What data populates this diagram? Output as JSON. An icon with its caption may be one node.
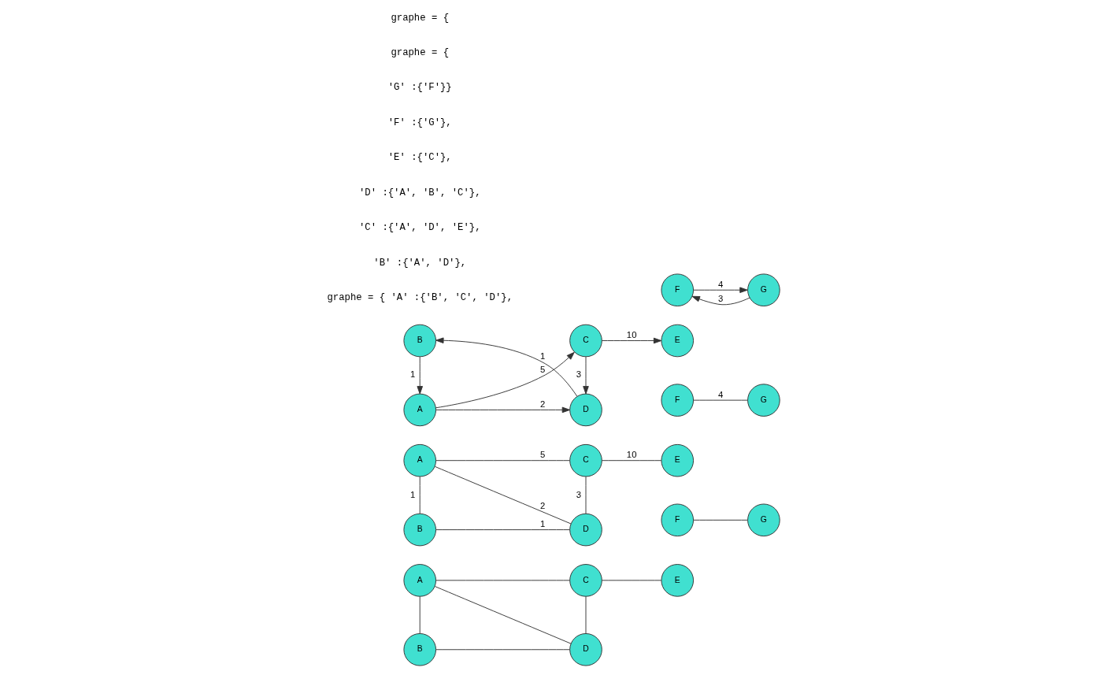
{
  "diagram": {
    "nodes": [
      {
        "text": [
          "A"
        ]
      },
      {
        "text": [
          "B"
        ]
      },
      {
        "text": [
          "C"
        ]
      },
      {
        "text": [
          "D"
        ]
      },
      {
        "text": [
          "E"
        ]
      },
      {
        "text": [
          "F"
        ]
      },
      {
        "text": [
          "G"
        ]
      },
      {
        "text": [
          "A"
        ]
      },
      {
        "text": [
          "B"
        ]
      },
      {
        "text": [
          "C"
        ]
      },
      {
        "text": [
          "D"
        ]
      },
      {
        "text": [
          "E"
        ]
      },
      {
        "text": [
          "F"
        ]
      },
      {
        "text": [
          "G"
        ]
      },
      {
        "text": [
          "A"
        ]
      },
      {
        "text": [
          "B"
        ]
      },
      {
        "text": [
          "C"
        ]
      },
      {
        "text": [
          "D"
        ]
      },
      {
        "text": [
          "E"
        ]
      },
      {
        "text": [
          "F"
        ]
      },
      {
        "text": [
          "G"
        ]
      }
    ],
    "edges": [
      {
        "from": 0,
        "to": 2,
        "arrow": "none"
      },
      {
        "from": 2,
        "to": 4,
        "arrow": "none"
      },
      {
        "from": 0,
        "to": 1,
        "arrow": "none"
      },
      {
        "from": 0,
        "to": 3,
        "arrow": "none"
      },
      {
        "from": 2,
        "to": 3,
        "arrow": "none"
      },
      {
        "from": 1,
        "to": 3,
        "arrow": "none"
      },
      {
        "from": 5,
        "to": 6,
        "arrow": "none"
      },
      {
        "from": 7,
        "to": 9,
        "arrow": "none",
        "label": "5"
      },
      {
        "from": 9,
        "to": 11,
        "arrow": "none",
        "label": "10"
      },
      {
        "from": 7,
        "to": 8,
        "arrow": "none",
        "label": "1"
      },
      {
        "from": 7,
        "to": 10,
        "arrow": "none",
        "label": "2"
      },
      {
        "from": 9,
        "to": 10,
        "arrow": "none",
        "label": "3"
      },
      {
        "from": 8,
        "to": 10,
        "arrow": "none",
        "label": "1"
      },
      {
        "from": 12,
        "to": 13,
        "arrow": "none",
        "label": "4"
      },
      {
        "from": 14,
        "to": 16,
        "arrow": "to",
        "label": "5"
      },
      {
        "from": 16,
        "to": 18,
        "arrow": "to",
        "label": "10"
      },
      {
        "from": 15,
        "to": 14,
        "arrow": "to",
        "label": "1"
      },
      {
        "from": 14,
        "to": 17,
        "arrow": "to",
        "label": "2"
      },
      {
        "from": 16,
        "to": 17,
        "arrow": "to",
        "label": "3"
      },
      {
        "from": 17,
        "to": 15,
        "arrow": "to",
        "label": "1"
      },
      {
        "from": 19,
        "to": 20,
        "arrow": "to",
        "label": "4"
      },
      {
        "from": 20,
        "to": 19,
        "arrow": "to",
        "label": "3"
      }
    ],
    "labels": [
      "graphe = { 'A' :{'B', 'C', 'D'},",
      "'B' :{'A', 'D'},",
      "'C' :{'A', 'D', 'E'},",
      "'D' :{'A', 'B', 'C'},",
      "'E' :{'C'},",
      "'F' :{'G'},",
      "'G' :{'F'}}",
      "graphe = {",
      "graphe = {"
    ]
  }
}
